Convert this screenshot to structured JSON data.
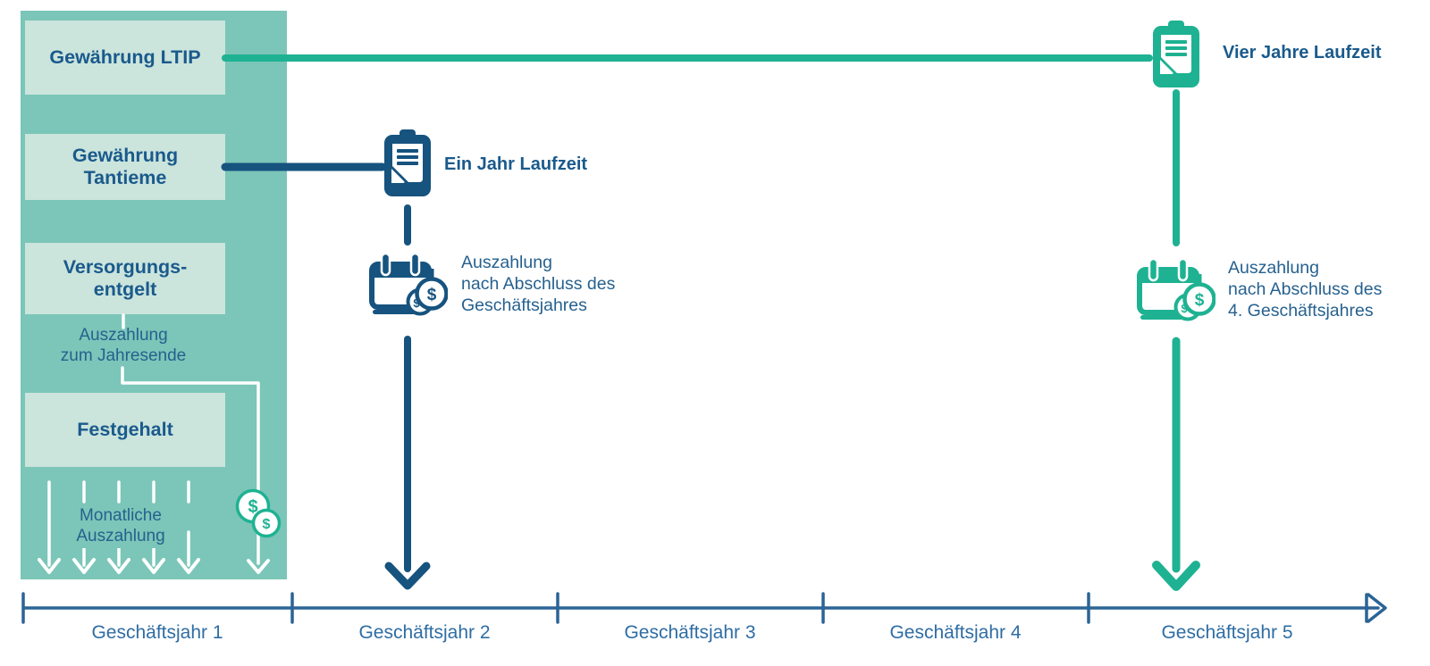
{
  "panel": {
    "boxes": [
      {
        "lines": [
          "Gewährung LTIP"
        ]
      },
      {
        "lines": [
          "Gewährung",
          "Tantieme"
        ]
      },
      {
        "lines": [
          "Versorgungs-",
          "entgelt"
        ]
      },
      {
        "lines": [
          "Festgehalt"
        ]
      }
    ],
    "year_end_note_lines": [
      "Auszahlung",
      "zum Jahresende"
    ],
    "monthly_note_lines": [
      "Monatliche",
      "Auszahlung"
    ]
  },
  "tracks": {
    "tantieme": {
      "duration_label": "Ein Jahr Laufzeit",
      "payout_lines": [
        "Auszahlung",
        "nach Abschluss des",
        "Geschäftsjahres"
      ]
    },
    "ltip": {
      "duration_label": "Vier Jahre Laufzeit",
      "payout_lines": [
        "Auszahlung",
        "nach Abschluss des",
        "4. Geschäftsjahres"
      ]
    }
  },
  "timeline": {
    "year_labels": [
      "Geschäftsjahr 1",
      "Geschäftsjahr 2",
      "Geschäftsjahr 3",
      "Geschäftsjahr 4",
      "Geschäftsjahr 5"
    ]
  },
  "icons": {
    "clipboard": "clipboard-icon",
    "calendar_with_coin": "calendar-coin-icon",
    "coins": "coins-icon",
    "currency_symbol": "$"
  },
  "colors": {
    "teal": "#1EB292",
    "panel_bg": "#7BC6B8",
    "box_bg": "#CBE4DC",
    "navy": "#16537F",
    "heading_text": "#1A5A8C",
    "note_text": "#26618F",
    "axis": "#2B6495",
    "axis_label": "#2E6DA3",
    "white": "#FFFFFF"
  }
}
